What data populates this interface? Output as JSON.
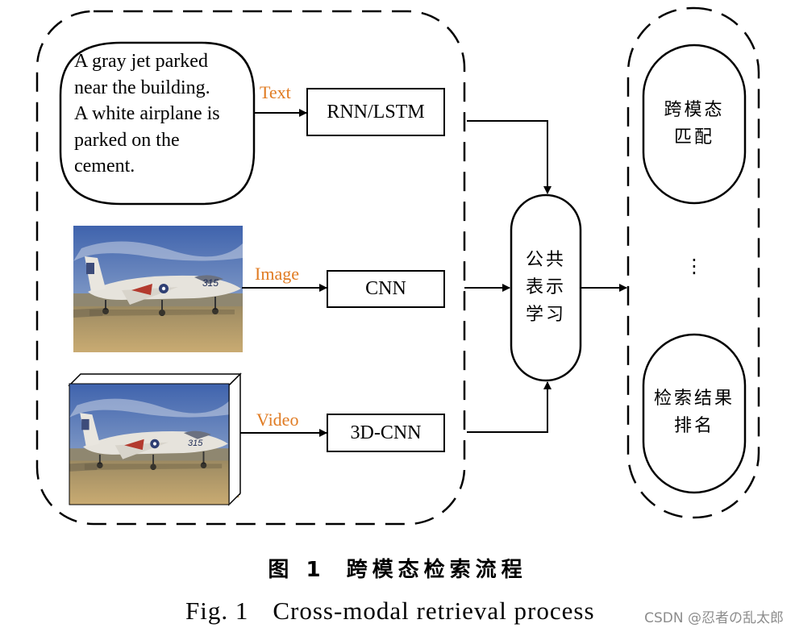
{
  "input_text": {
    "lines": [
      "A gray jet parked",
      "near the building.",
      "A white airplane is",
      "parked on the",
      "cement."
    ]
  },
  "modalities": {
    "text": {
      "label": "Text",
      "encoder": "RNN/LSTM"
    },
    "image": {
      "label": "Image",
      "encoder": "CNN"
    },
    "video": {
      "label": "Video",
      "encoder": "3D-CNN"
    }
  },
  "aircraft_tail_number": "315",
  "shared_representation": {
    "lines": [
      "公共",
      "表示",
      "学习"
    ]
  },
  "outputs": {
    "cross_modal_matching": {
      "lines": [
        "跨模态",
        "匹配"
      ]
    },
    "ellipsis": "⋮",
    "retrieval_ranking": {
      "lines": [
        "检索结果",
        "排名"
      ]
    }
  },
  "caption": {
    "cn_label": "图 1",
    "cn_title": "跨模态检索流程",
    "en_label": "Fig. 1",
    "en_title": "Cross-modal retrieval process"
  },
  "watermark": "CSDN @忍者の乱太郎",
  "colors": {
    "modality_label": "#e07b22",
    "sky": "#4d6fb3",
    "ground": "#b39a66",
    "aircraft": "#e6e3dc"
  }
}
